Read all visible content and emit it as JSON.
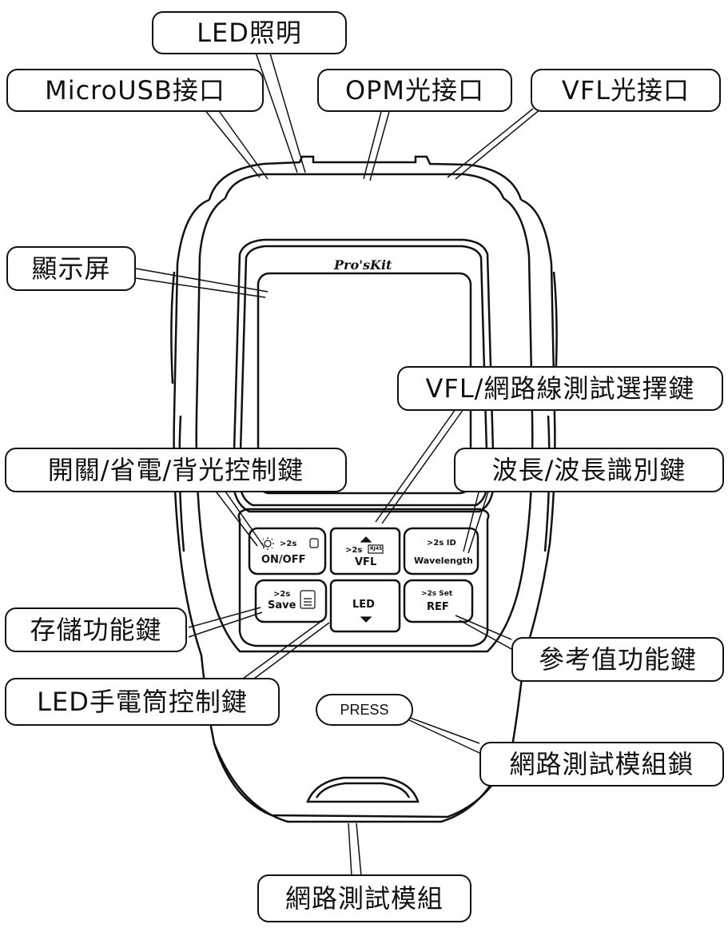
{
  "callouts": {
    "led_light": "LED照明",
    "microusb": "MicroUSB接口",
    "opm_port": "OPM光接口",
    "vfl_port": "VFL光接口",
    "display": "顯示屏",
    "vfl_select": "VFL/網路線測試選擇鍵",
    "power": "開關/省電/背光控制鍵",
    "wavelength": "波長/波長識別鍵",
    "storage": "存儲功能鍵",
    "reference": "參考值功能鍵",
    "led_flashlight": "LED手電筒控制鍵",
    "module_lock": "網路測試模組鎖",
    "module": "網路測試模組"
  },
  "device": {
    "brand": "Pro'sKit",
    "press_label": "PRESS",
    "keys": {
      "power_top": ">2s",
      "power_main": "ON/OFF",
      "vfl_top": ">2s",
      "vfl_rj45": "RJ45",
      "vfl_main": "VFL",
      "wave_top": ">2s ID",
      "wave_main": "Wavelength",
      "save_top": ">2s",
      "save_main": "Save",
      "led_main": "LED",
      "ref_top": ">2s Set",
      "ref_main": "REF"
    }
  }
}
